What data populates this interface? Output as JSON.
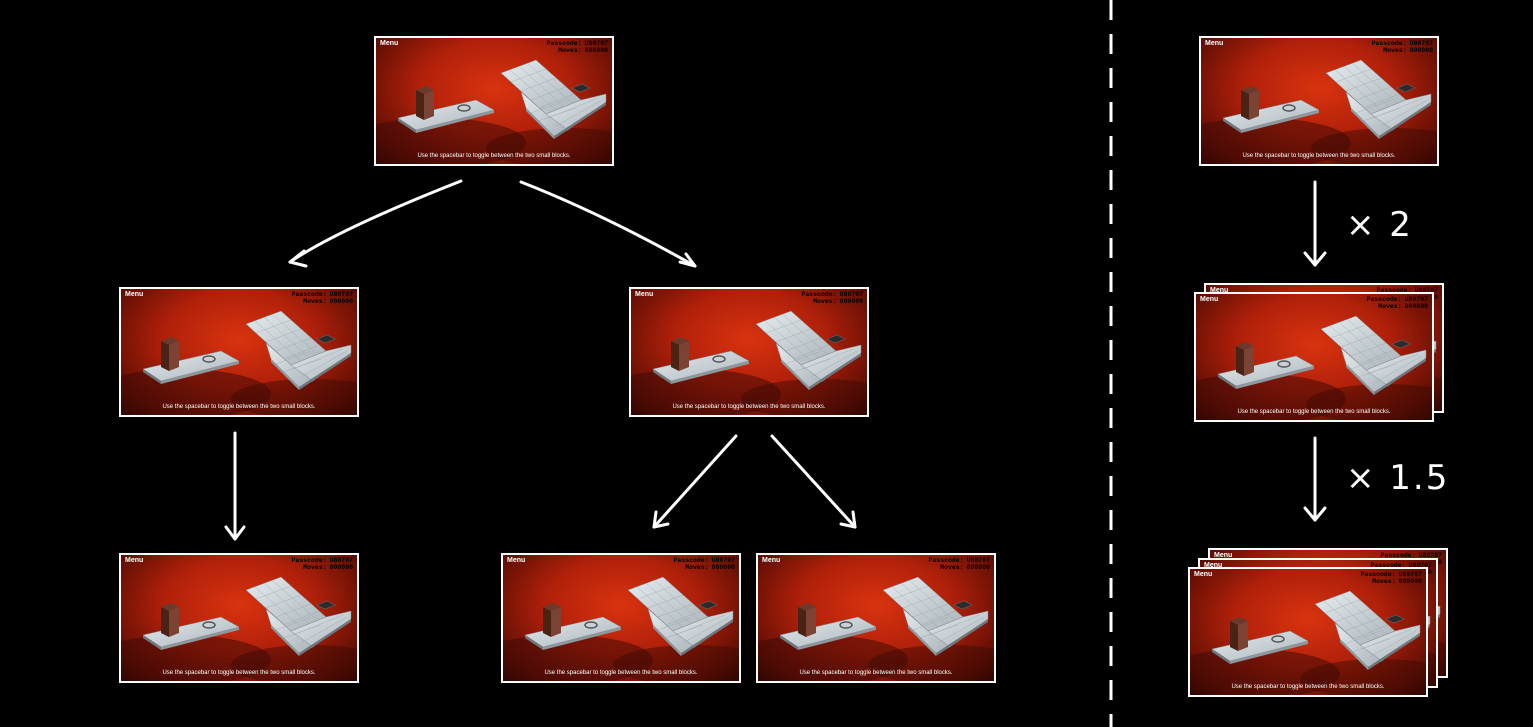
{
  "screen": {
    "menu_label": "Menu",
    "passcode_label": "Passcode:",
    "passcode_value": "U80707",
    "moves_label": "Moves:",
    "moves_value": "000000",
    "hint_text": "Use the spacebar to toggle between the two small blocks."
  },
  "multipliers": {
    "first": "× 2",
    "second": "× 1.5"
  },
  "colors": {
    "background": "#000000",
    "arrow": "#ffffff",
    "screen_red": "#c8260c"
  }
}
